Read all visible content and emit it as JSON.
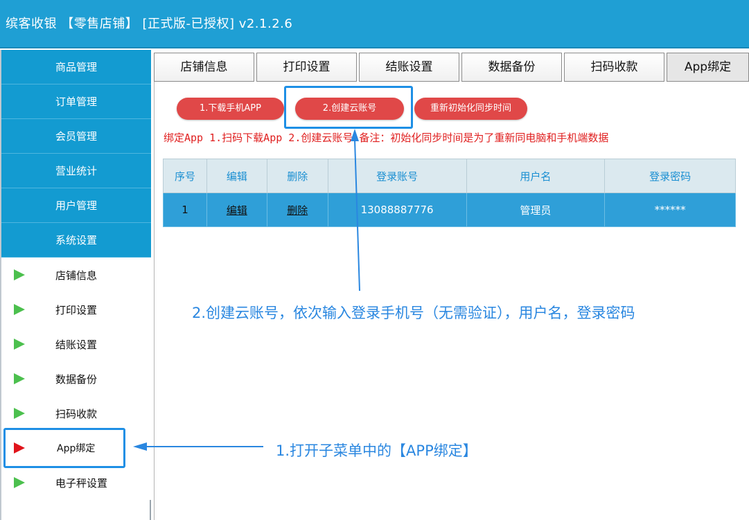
{
  "window": {
    "title": "缤客收银 【零售店铺】 [正式版-已授权] v2.1.2.6"
  },
  "sidebar": {
    "menu": [
      "商品管理",
      "订单管理",
      "会员管理",
      "营业统计",
      "用户管理",
      "系统设置"
    ],
    "submenu": [
      "店铺信息",
      "打印设置",
      "结账设置",
      "数据备份",
      "扫码收款",
      "App绑定",
      "电子秤设置"
    ],
    "active_index": 5
  },
  "tabs": [
    "店铺信息",
    "打印设置",
    "结账设置",
    "数据备份",
    "扫码收款",
    "App绑定"
  ],
  "buttons": {
    "download": "1.下载手机APP",
    "create": "2.创建云账号",
    "reinit": "重新初始化同步时间"
  },
  "note": "绑定App 1.扫码下载App 2.创建云账号  备注：初始化同步时间是为了重新同电脑和手机端数据",
  "table": {
    "headers": [
      "序号",
      "编辑",
      "删除",
      "登录账号",
      "用户名",
      "登录密码"
    ],
    "rows": [
      [
        "1",
        "编辑",
        "删除",
        "13088887776",
        "管理员",
        "******"
      ]
    ]
  },
  "annotations": {
    "step2": "2.创建云账号，依次输入登录手机号（无需验证），用户名，登录密码",
    "step1": "1.打开子菜单中的【APP绑定】"
  },
  "colors": {
    "titlebar": "#1f9fd4",
    "menu": "#139bd1",
    "pill": "#e04848",
    "highlight": "#1e8fe5",
    "active_arrow": "#e0141b",
    "arrow": "#4cc04e"
  }
}
